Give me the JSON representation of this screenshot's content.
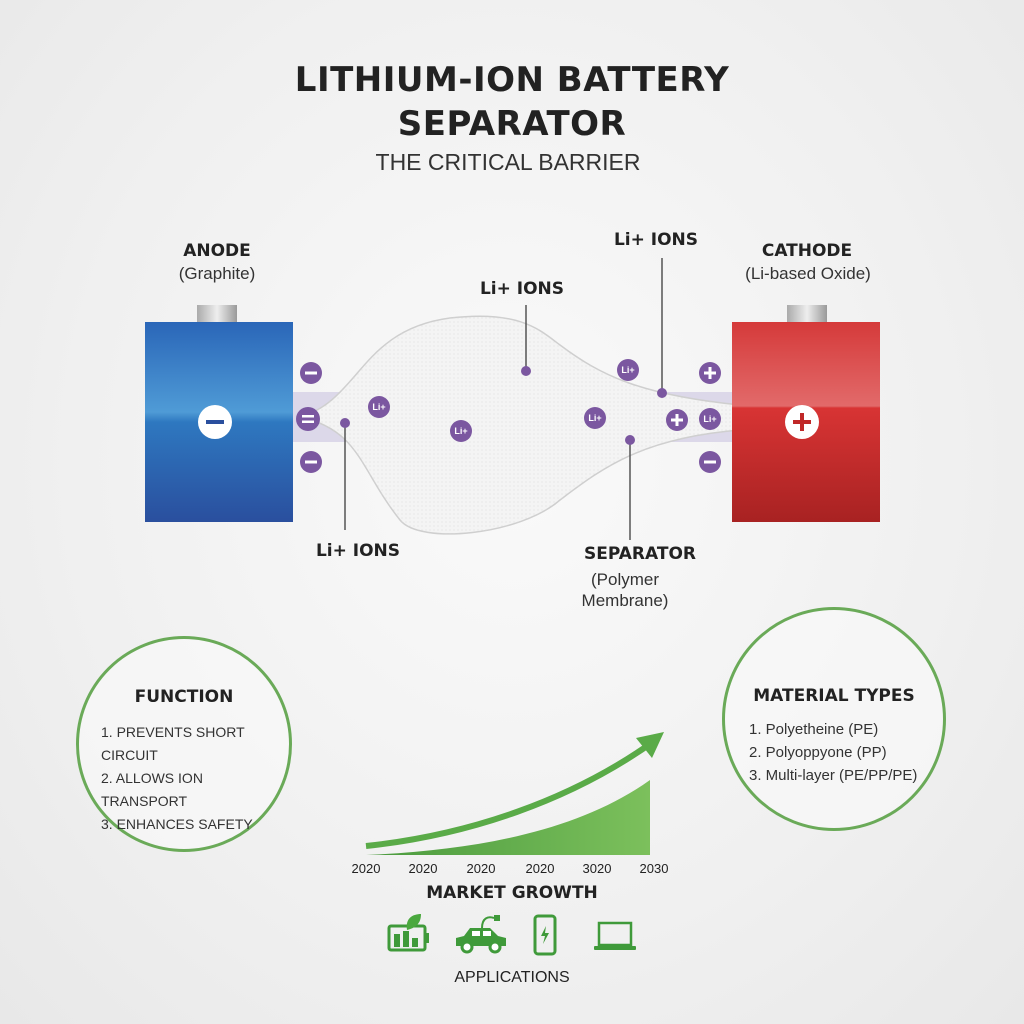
{
  "header": {
    "title_line1": "LITHIUM-ION BATTERY",
    "title_line2": "SEPARATOR",
    "subtitle": "THE CRITICAL BARRIER"
  },
  "diagram": {
    "anode": {
      "label": "ANODE",
      "sub": "(Graphite)",
      "sign": "−"
    },
    "cathode": {
      "label": "CATHODE",
      "sub": "(Li-based Oxide)",
      "sign": "+"
    },
    "ion_label_top_center": "Li+ IONS",
    "ion_label_top_right": "Li+ IONS",
    "ion_label_bottom_left": "Li+ IONS",
    "separator": {
      "label": "SEPARATOR",
      "sub1": "(Polymer",
      "sub2": "Membrane)"
    },
    "ion_text": "Li+",
    "colors": {
      "anode": "#2f6fb8",
      "cathode": "#d23a3a",
      "ion": "#7b57a0",
      "accent": "#6aaa58"
    }
  },
  "function": {
    "title": "FUNCTION",
    "items": [
      "1. PREVENTS SHORT CIRCUIT",
      "2. ALLOWS ION TRANSPORT",
      "3. ENHANCES SAFETY"
    ]
  },
  "materials": {
    "title": "MATERIAL TYPES",
    "items": [
      "1. Polyetheine (PE)",
      "2. Polyoppyone (PP)",
      "3. Multi-layer (PE/PP/PE)"
    ]
  },
  "market": {
    "title": "MARKET GROWTH",
    "years": [
      "2020",
      "2020",
      "2020",
      "2020",
      "3020",
      "2030"
    ]
  },
  "applications": {
    "title": "APPLICATIONS",
    "icons": [
      "green-battery-icon",
      "electric-car-icon",
      "smartphone-icon",
      "laptop-icon"
    ]
  }
}
